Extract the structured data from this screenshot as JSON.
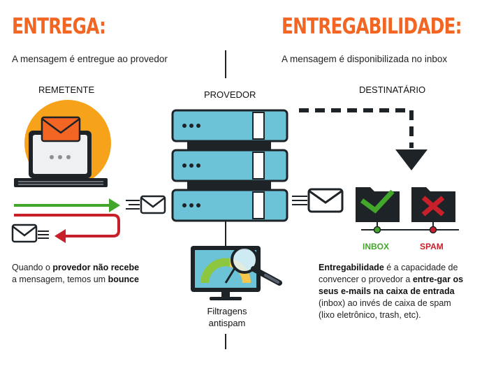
{
  "left": {
    "title": "ENTREGA:",
    "subtitle": "A mensagem é entregue ao provedor",
    "sender_label": "REMETENTE",
    "desc": {
      "t1": "Quando o ",
      "b1": "provedor não recebe",
      "t2": "a mensagem, temos um ",
      "b2": "bounce"
    }
  },
  "center": {
    "provider_label": "PROVEDOR",
    "filter_label_line1": "Filtragens",
    "filter_label_line2": "antispam"
  },
  "right": {
    "title": "ENTREGABILIDADE:",
    "subtitle": "A mensagem é disponibilizada no inbox",
    "recipient_label": "DESTINATÁRIO",
    "inbox_label": "INBOX",
    "spam_label": "SPAM",
    "desc": {
      "b1": "Entregabilidade",
      "t1": " é a capacidade de convencer o provedor a ",
      "b2": "entre-gar os seus e-mails na caixa de entrada",
      "t2": " (inbox) ao invés de caixa de spam (lixo eletrônico, trash, etc)."
    }
  },
  "colors": {
    "accent": "#f26522",
    "server": "#6cc3d8",
    "dark": "#1e2328",
    "success": "#41a62a",
    "danger": "#c8202b",
    "sun": "#f7a21b"
  }
}
